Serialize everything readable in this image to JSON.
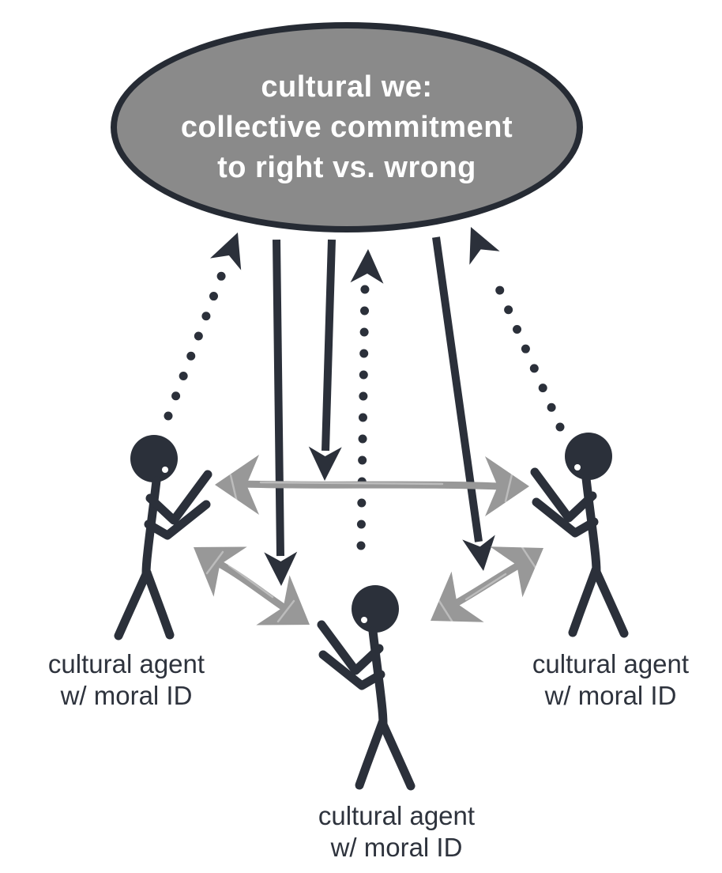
{
  "colors": {
    "background": "#ffffff",
    "dark": "#2b303a",
    "gray": "#989898",
    "ellipse_fill": "#8a8a8a",
    "ellipse_border": "#262b34",
    "ellipse_text": "#ffffff",
    "label_text": "#2e333d"
  },
  "ellipse": {
    "lines": [
      "cultural we:",
      "collective commitment",
      "to right vs. wrong"
    ]
  },
  "agents": [
    {
      "position": "left",
      "label_lines": [
        "cultural agent",
        "w/ moral ID"
      ]
    },
    {
      "position": "right",
      "label_lines": [
        "cultural agent",
        "w/ moral ID"
      ]
    },
    {
      "position": "bottom",
      "label_lines": [
        "cultural agent",
        "w/ moral ID"
      ]
    }
  ],
  "arrows": {
    "solid_down_from_ellipse_count": 3,
    "dotted_up_to_ellipse_count": 3,
    "gray_double_headed_between_agents_count": 3
  }
}
